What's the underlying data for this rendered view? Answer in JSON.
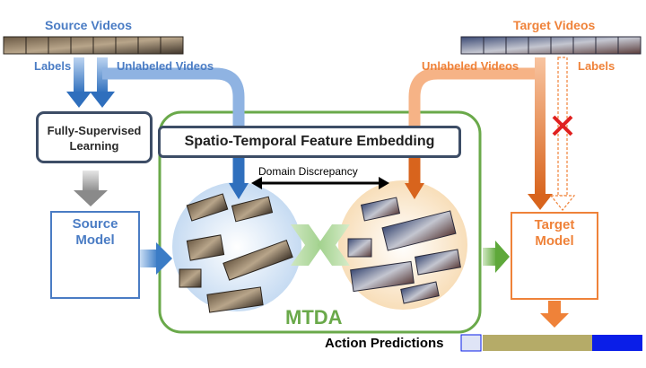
{
  "source_videos_label": "Source Videos",
  "target_videos_label": "Target Videos",
  "source_labels_label": "Labels",
  "source_unlabeled_label": "Unlabeled Videos",
  "target_unlabeled_label": "Unlabeled Videos",
  "target_labels_label": "Labels",
  "fully_supervised_label": "Fully-Supervised Learning",
  "embedding_label": "Spatio-Temporal Feature Embedding",
  "domain_discrepancy_label": "Domain Discrepancy",
  "source_model_label": "Source Model",
  "target_model_label": "Target Model",
  "mtda_label": "MTDA",
  "action_predictions_label": "Action Predictions",
  "colors": {
    "source_blue": "#4a7cc4",
    "target_orange": "#ef8239",
    "mtda_green": "#6aa94a",
    "embed_border": "#3d4d66",
    "prediction_olive": "#b5ab68",
    "prediction_blue": "#0a1ee8",
    "cross_red": "#e0201f"
  }
}
